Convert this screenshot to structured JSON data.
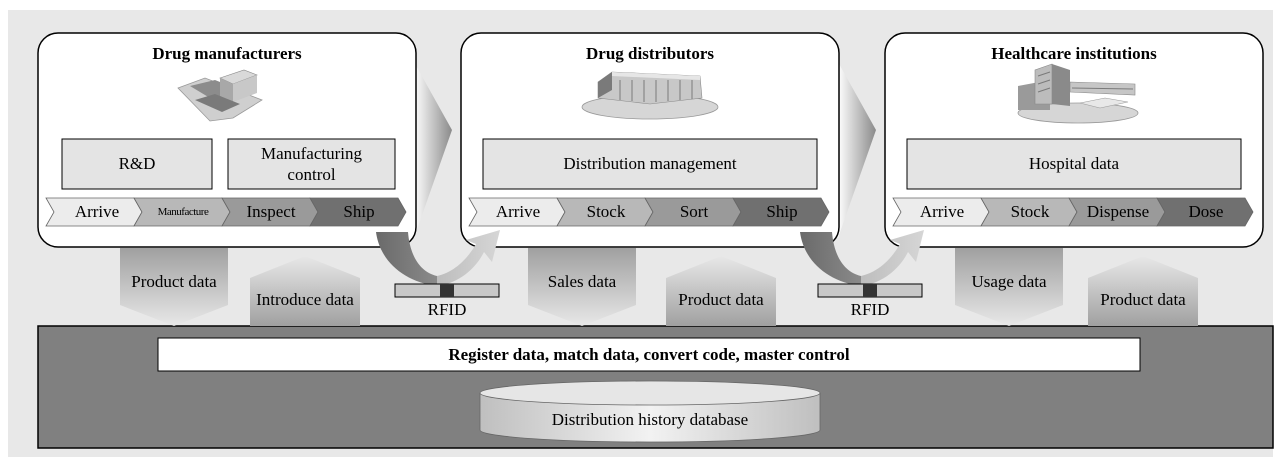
{
  "stages": [
    {
      "title": "Drug manufacturers",
      "icon": "factory-icon",
      "boxes": [
        "R&D",
        "Manufacturing control"
      ],
      "steps": [
        "Arrive",
        "Manufacture",
        "Inspect",
        "Ship"
      ]
    },
    {
      "title": "Drug distributors",
      "icon": "warehouse-icon",
      "boxes": [
        "Distribution management"
      ],
      "steps": [
        "Arrive",
        "Stock",
        "Sort",
        "Ship"
      ]
    },
    {
      "title": "Healthcare institutions",
      "icon": "hospital-icon",
      "boxes": [
        "Hospital data"
      ],
      "steps": [
        "Arrive",
        "Stock",
        "Dispense",
        "Dose"
      ]
    }
  ],
  "data_flows": {
    "product_data_1": "Product data",
    "introduce_data": "Introduce data",
    "sales_data": "Sales data",
    "product_data_2": "Product data",
    "usage_data": "Usage data",
    "product_data_3": "Product data"
  },
  "rfid_labels": [
    "RFID",
    "RFID"
  ],
  "bottom_bar": {
    "label": "Register data, match data, convert code, master control"
  },
  "database": {
    "label": "Distribution history database"
  },
  "colors": {
    "background": "#e8e8e8",
    "base_band": "#808080",
    "step_light": "#ececec",
    "step_mid": "#b8b8b8",
    "step_dark": "#707070",
    "box_fill": "#e4e4e4"
  }
}
